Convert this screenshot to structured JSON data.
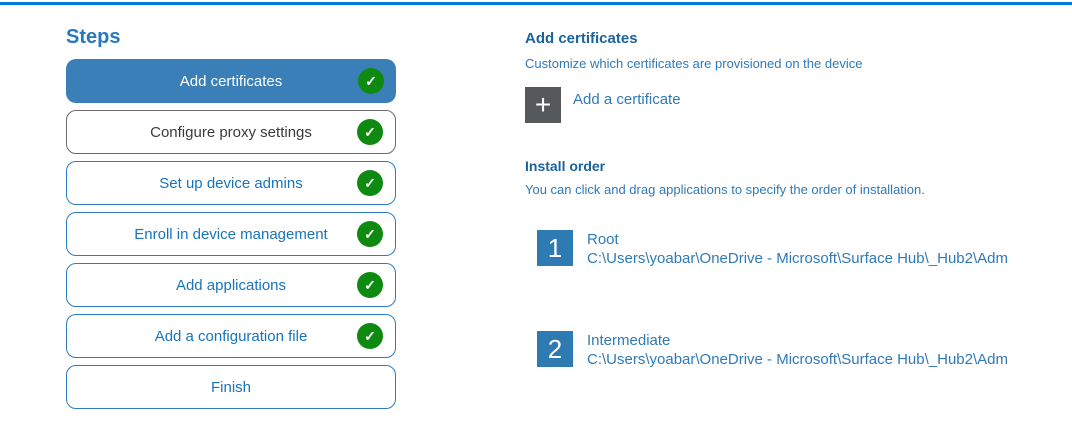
{
  "colors": {
    "accent": "#0078d7",
    "selected-bg": "#3a7fb8",
    "outline-border": "#2e7cc0",
    "outline-text": "#1874bd",
    "neutral-border": "#6b6b6b",
    "neutral-text": "#3a3a3a",
    "check-green": "#0f8a10",
    "plus-bg": "#56595c",
    "number-bg": "#2e7ab2",
    "heading-blue": "#1b639c",
    "body-blue": "#2e7ab8",
    "steps-heading": "#2778be"
  },
  "icons": {
    "check": "✓",
    "plus": "+"
  },
  "steps": {
    "heading": "Steps",
    "items": [
      {
        "label": "Add certificates",
        "completed": true,
        "state": "selected"
      },
      {
        "label": "Configure proxy settings",
        "completed": true,
        "state": "neutral"
      },
      {
        "label": "Set up device admins",
        "completed": true,
        "state": "outline"
      },
      {
        "label": "Enroll in device management",
        "completed": true,
        "state": "outline"
      },
      {
        "label": "Add applications",
        "completed": true,
        "state": "outline"
      },
      {
        "label": "Add a configuration file",
        "completed": true,
        "state": "outline"
      },
      {
        "label": "Finish",
        "completed": false,
        "state": "outline"
      }
    ]
  },
  "panel": {
    "title": "Add certificates",
    "subtitle": "Customize which certificates are provisioned on the device",
    "add_button": {
      "label": "Add a certificate"
    },
    "install_order": {
      "heading": "Install order",
      "description": "You can click and drag applications to specify the order of installation.",
      "items": [
        {
          "number": "1",
          "name": "Root",
          "path": "C:\\Users\\yoabar\\OneDrive - Microsoft\\Surface Hub\\_Hub2\\Adm"
        },
        {
          "number": "2",
          "name": "Intermediate",
          "path": "C:\\Users\\yoabar\\OneDrive - Microsoft\\Surface Hub\\_Hub2\\Adm"
        }
      ]
    }
  }
}
